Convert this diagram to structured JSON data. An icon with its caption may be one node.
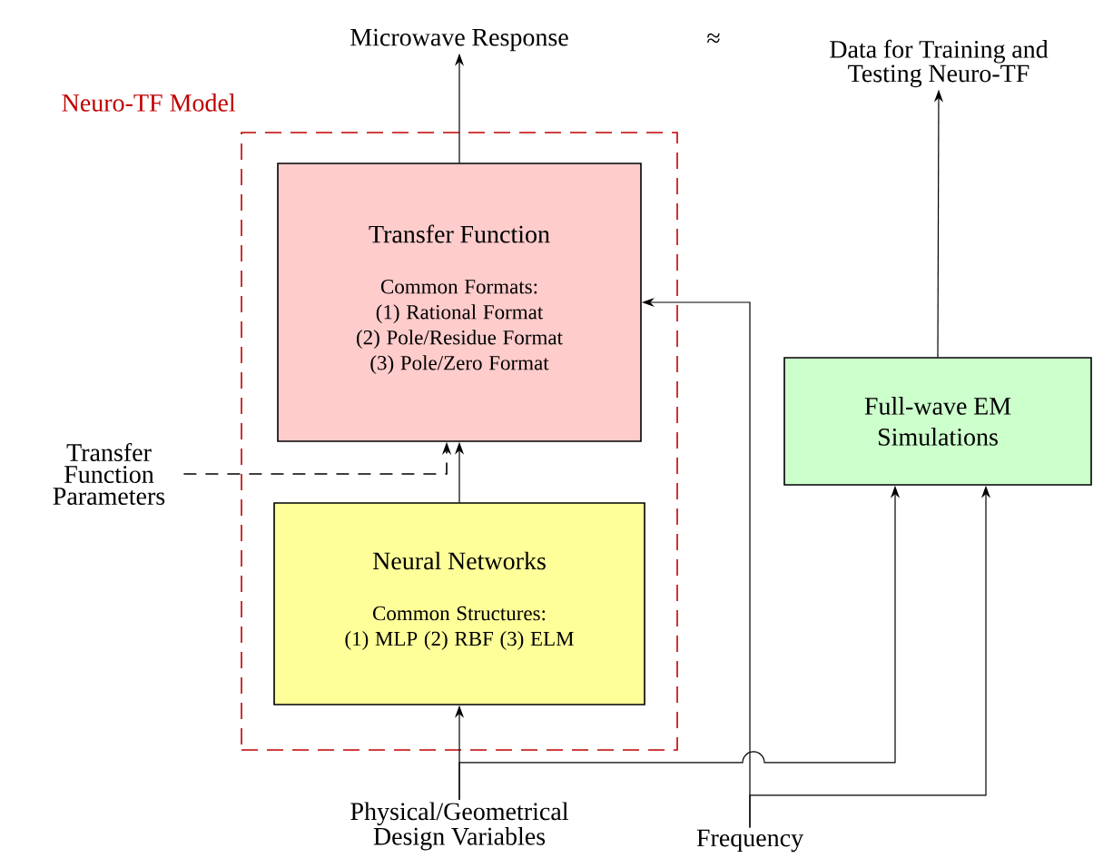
{
  "diagram": {
    "nodes": [
      {
        "text": [
          "Neuro-TF Model"
        ]
      },
      {
        "text": [
          "Transfer Function",
          "Common Formats:",
          "(1) Rational Format",
          "(2) Pole/Residue Format",
          "(3) Pole/Zero Format"
        ],
        "in": 0
      },
      {
        "text": [
          "Neural Networks",
          "Common Structures:",
          "(1) MLP (2) RBF (3) ELM"
        ],
        "in": 0
      },
      {
        "text": [
          "Full-wave EM Simulations"
        ]
      },
      {
        "text": [
          "Microwave Response"
        ]
      },
      {
        "text": [
          "Data for Training and Testing Neuro-TF"
        ]
      },
      {
        "text": [
          "Transfer Function Parameters"
        ]
      },
      {
        "text": [
          "Physical/Geometrical Design Variables"
        ]
      },
      {
        "text": [
          "Frequency"
        ]
      }
    ],
    "edges": [
      {
        "from": 1,
        "to": 4,
        "arrow": "to"
      },
      {
        "from": 3,
        "to": 5,
        "arrow": "to"
      },
      {
        "from": 6,
        "to": 1,
        "arrow": "to",
        "style": "dashed"
      },
      {
        "from": 2,
        "to": 1,
        "arrow": "to"
      },
      {
        "from": 7,
        "to": 2,
        "arrow": "to"
      },
      {
        "from": 7,
        "to": 3,
        "arrow": "to"
      },
      {
        "from": 8,
        "to": 1,
        "arrow": "to"
      },
      {
        "from": 8,
        "to": 3,
        "arrow": "to"
      }
    ],
    "labels": [
      "≈"
    ]
  }
}
